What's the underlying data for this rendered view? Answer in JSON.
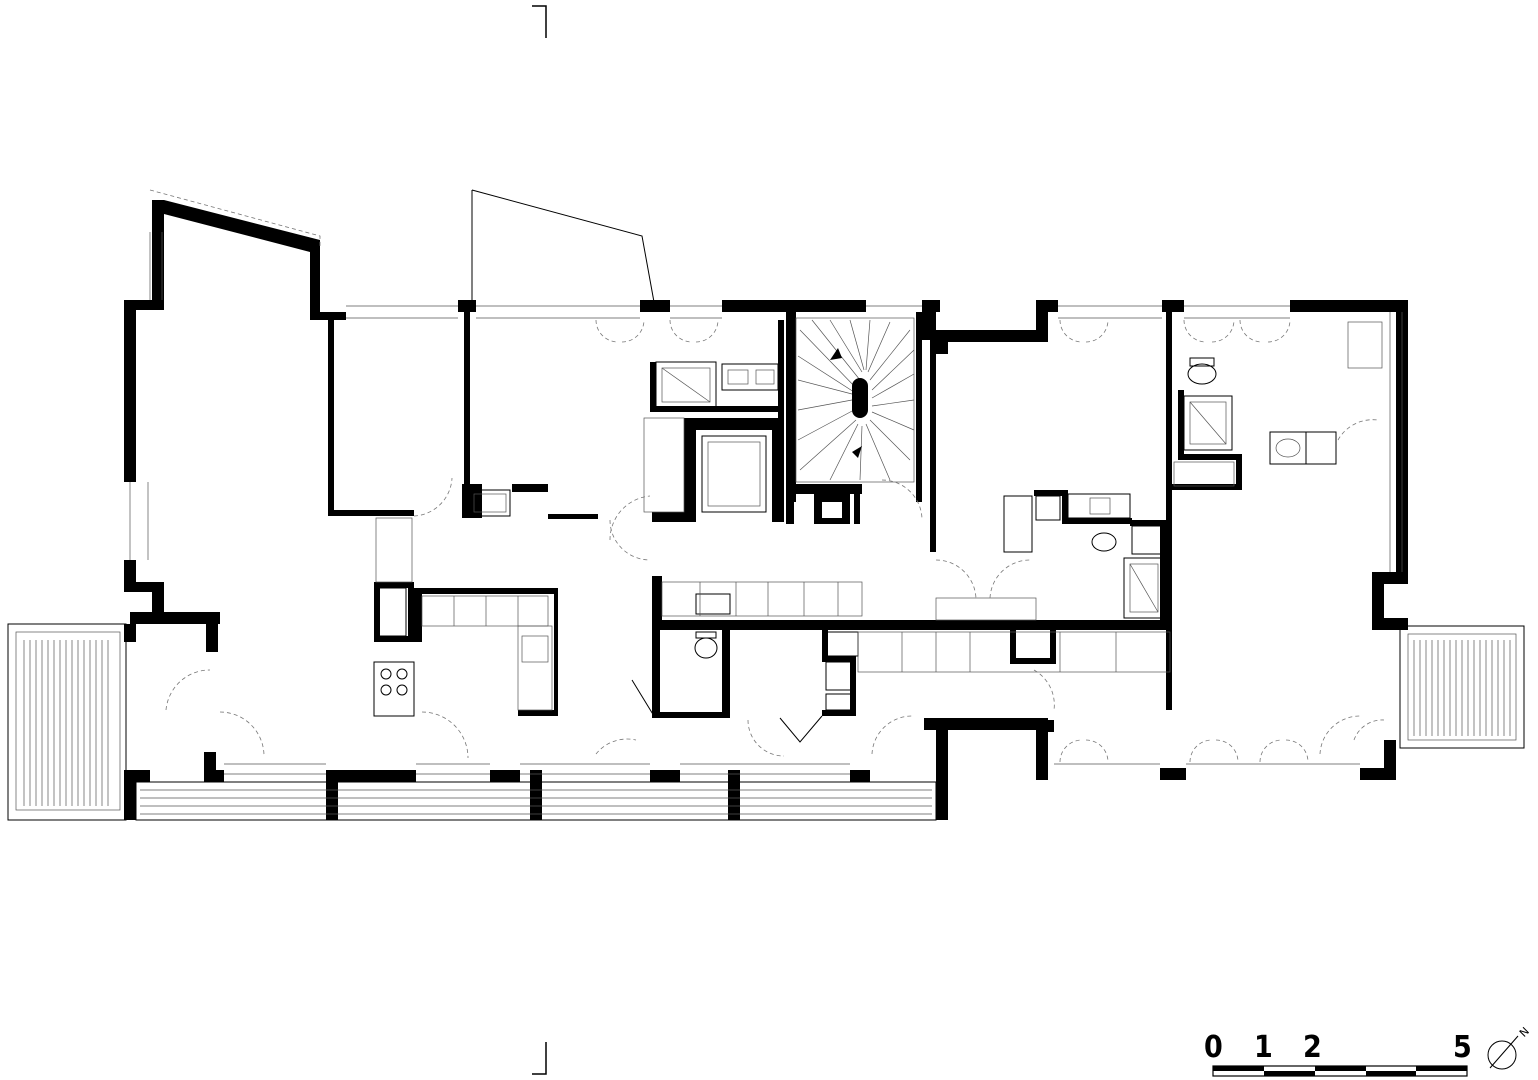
{
  "drawing": {
    "type": "architectural floor plan",
    "scale_bar": {
      "ticks": [
        "0",
        "1",
        "2",
        "5"
      ],
      "segments": [
        0,
        1,
        2,
        3,
        4,
        5
      ]
    },
    "north_arrow": {
      "label": "N"
    }
  }
}
